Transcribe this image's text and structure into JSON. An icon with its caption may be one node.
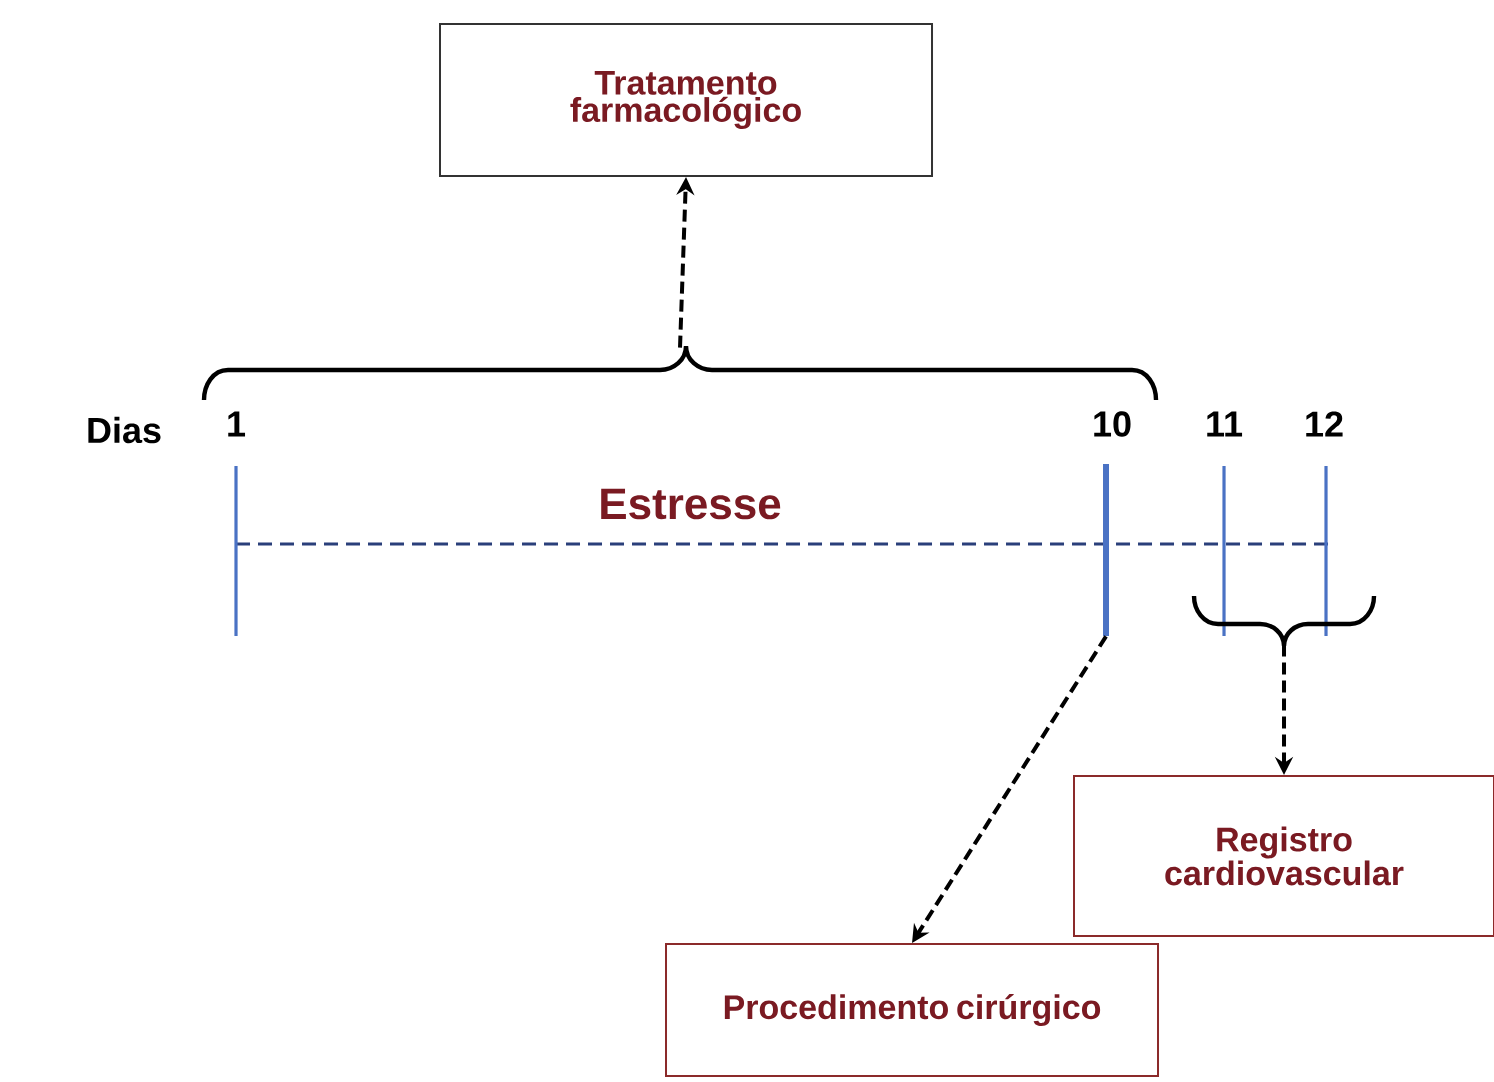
{
  "diagram": {
    "nodes": [
      {
        "text": [
          "Tratamento farmacológico"
        ]
      },
      {
        "text": [],
        "shape": "brace"
      },
      {
        "text": [],
        "shape": "bar"
      },
      {
        "text": [],
        "shape": "brace"
      },
      {
        "text": [
          "Registro cardiovascular"
        ]
      },
      {
        "text": [
          "Procedimento cirúrgico"
        ]
      }
    ],
    "edges": [
      {
        "from": 1,
        "to": 0,
        "arrow": "to",
        "style": "dashed"
      },
      {
        "from": 2,
        "to": 5,
        "arrow": "to",
        "style": "dashed"
      },
      {
        "from": 3,
        "to": 4,
        "arrow": "to",
        "style": "dashed"
      }
    ],
    "labels": [
      "Dias",
      "1",
      "10",
      "11",
      "12",
      "Estresse"
    ]
  }
}
